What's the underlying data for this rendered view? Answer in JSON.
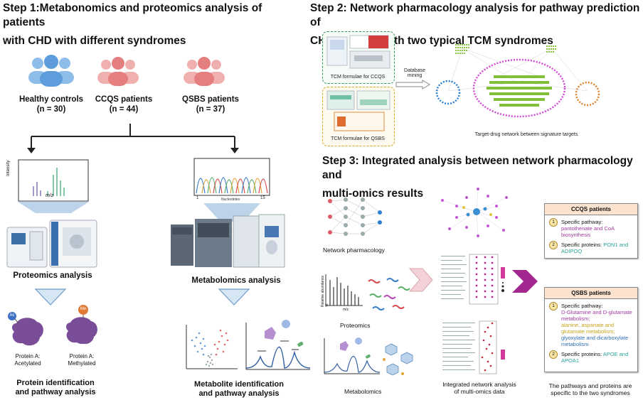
{
  "step1": {
    "line1": "Step 1:Metabonomics and proteomics analysis of patients",
    "line2": "with CHD with different syndromes"
  },
  "step2": {
    "line1": "Step 2: Network pharmacology analysis for pathway prediction of",
    "line2": "CHD patients with two typical TCM syndromes"
  },
  "step3": {
    "line1": "Step 3: Integrated analysis between network pharmacology and",
    "line2": "multi-omics results"
  },
  "groups": [
    {
      "name": "Healthy controls",
      "n": "(n = 30)",
      "color": "#6aa7e0"
    },
    {
      "name": "CCQS patients",
      "n": "(n = 44)",
      "color": "#e98c8c"
    },
    {
      "name": "QSBS patients",
      "n": "(n = 37)",
      "color": "#e98c8c"
    }
  ],
  "spectrum": {
    "ylabel": "Intensity",
    "xlabel": "m/z"
  },
  "chromatogram": {
    "xlabel": "Nucleotides",
    "tick_start": "1",
    "tick_end": "15"
  },
  "proteomics": {
    "title": "Proteomics analysis",
    "protein_a_acetyl": "Protein A:",
    "acetylated": "Acetylated",
    "protein_a_methyl": "Protein A:",
    "methylated": "Methylated",
    "ac_badge": "Ac",
    "me_badge": "Me",
    "bottom1": "Protein identification",
    "bottom2": "and pathway analysis"
  },
  "metabolomics": {
    "title": "Metabolomics analysis",
    "bottom1": "Metabolite identification",
    "bottom2": "and pathway analysis"
  },
  "network_pharm": {
    "ccqs_caption": "TCM formulae for CCQS",
    "qsbs_caption": "TCM formulae for QSBS",
    "db_mining_1": "Database",
    "db_mining_2": "mining",
    "network_caption": "Target-drug network between signature targets"
  },
  "step3_panel": {
    "network_pharmacology": "Network pharmacology",
    "proteomics": "Proteomics",
    "metabolomics": "Metabolomics",
    "rel_abundance": "Relative abundance %",
    "mz": "m/z",
    "integrated_1": "Integrated network analysis",
    "integrated_2": "of multi-omics data",
    "final_1": "The pathways and proteins are",
    "final_2": "specific to  the two syndromes"
  },
  "ccqs_card": {
    "header": "CCQS patients",
    "item1_num": "1",
    "item1_label": "Specific pathway:",
    "item1_value": "pantothenate and CoA biosynthesis",
    "item2_num": "2",
    "item2_label": "Specific proteins:",
    "item2_value": "PON1 and ADIPOQ"
  },
  "qsbs_card": {
    "header": "QSBS patients",
    "item1_num": "1",
    "item1_label": "Specific pathway:",
    "item1_value_a": "D-Glutamine and D-glutamate metabolism;",
    "item1_value_b": "alanine, aspartate and glutamate metabolism;",
    "item1_value_c": "glyoxylate and dicarboxylate metabolism",
    "item2_num": "2",
    "item2_label": "Specific proteins:",
    "item2_value": "APOE and APOA1"
  }
}
